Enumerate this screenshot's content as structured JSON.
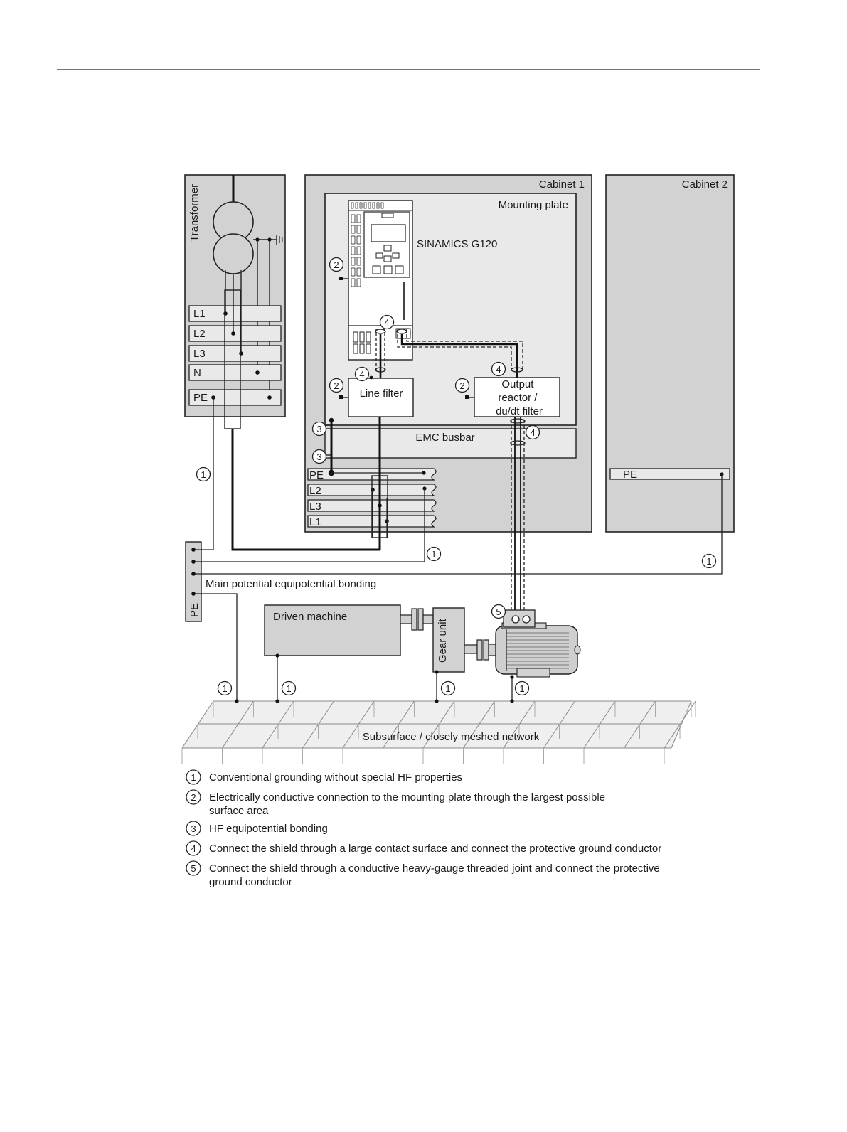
{
  "diagram": {
    "transformer_label": "Transformer",
    "cabinet1_label": "Cabinet 1",
    "cabinet2_label": "Cabinet 2",
    "mounting_plate_label": "Mounting plate",
    "drive_label": "SINAMICS G120",
    "line_filter_label": "Line filter",
    "output_reactor_lines": [
      "Output",
      "reactor /",
      "du/dt filter"
    ],
    "emc_busbar_label": "EMC busbar",
    "transformer_terminals": [
      "L1",
      "L2",
      "L3",
      "N",
      "PE"
    ],
    "cabinet1_terminals": [
      "PE",
      "L2",
      "L3",
      "L1"
    ],
    "cabinet2_pe_label": "PE",
    "bonding_pe_label": "PE",
    "main_bonding_label": "Main potential equipotential bonding",
    "driven_machine_label": "Driven machine",
    "gear_unit_label": "Gear unit",
    "ground_network_label": "Subsurface / closely meshed network",
    "markers": [
      "1",
      "2",
      "3",
      "4",
      "5"
    ]
  },
  "legend": [
    {
      "num": "1",
      "lines": [
        "Conventional grounding without special HF properties"
      ]
    },
    {
      "num": "2",
      "lines": [
        "Electrically conductive connection to the mounting plate through the largest possible",
        "surface area"
      ]
    },
    {
      "num": "3",
      "lines": [
        "HF equipotential bonding"
      ]
    },
    {
      "num": "4",
      "lines": [
        "Connect the shield through a large contact surface and connect the protective ground conductor"
      ]
    },
    {
      "num": "5",
      "lines": [
        "Connect the shield through a conductive heavy-gauge threaded joint and connect the protective",
        "ground conductor"
      ]
    }
  ],
  "colors": {
    "panel": "#d2d2d2",
    "panel_light": "#e9e9e9",
    "line": "#1a1a1a"
  }
}
